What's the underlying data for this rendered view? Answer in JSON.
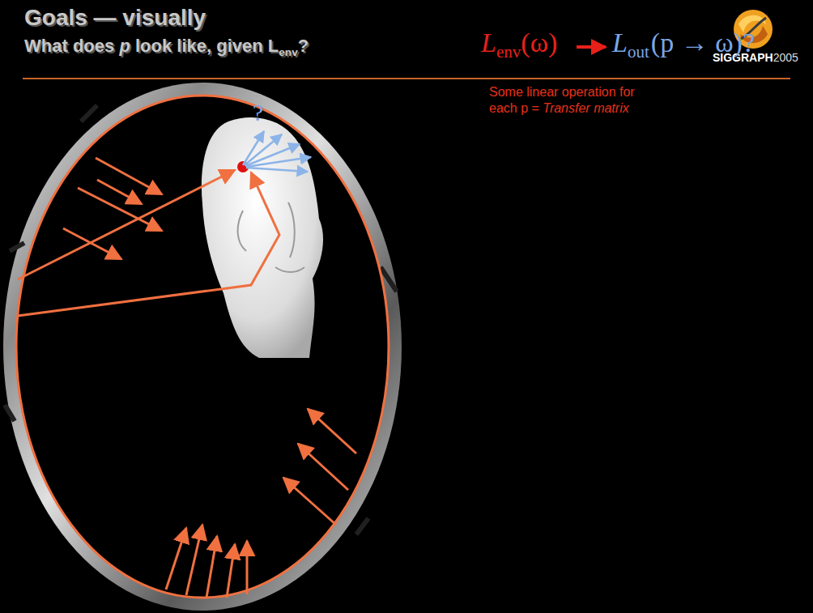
{
  "diagram": {
    "title": "Goals — visually",
    "labels": [
      "What does",
      "p",
      "look like, given L",
      "env",
      "?",
      "SIGGRAPH",
      "2005",
      "L",
      "env",
      "(ω)",
      "L",
      "out",
      "(p → ω)?",
      "?",
      "Some linear operation for each p =",
      "Transfer matrix"
    ]
  }
}
